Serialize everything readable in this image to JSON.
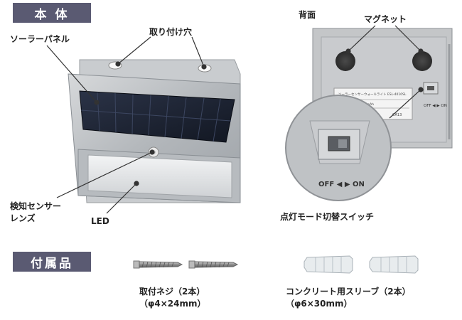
{
  "sections": {
    "main_title": "本 体",
    "accessories_title": "付属品"
  },
  "labels": {
    "solar_panel": "ソーラーパネル",
    "mounting_hole": "取り付け穴",
    "sensor_lens_line1": "検知センサー",
    "sensor_lens_line2": "レンズ",
    "led": "LED",
    "back": "背面",
    "magnet": "マグネット",
    "switch": "点灯モード切替スイッチ",
    "switch_marking": "OFF ◀ ▶ ON",
    "switch_marking_small": "OFF ◀ ▶ ON",
    "back_label_line1": "ソーラーセンサーウォールライト  ESL-4010SL",
    "back_label_line2": "太陽電池  3.6V 600mAh",
    "back_label_code": "CA13"
  },
  "accessories": {
    "screws_line1": "取付ネジ（2本）",
    "screws_line2": "（φ4×24mm）",
    "sleeves_line1": "コンクリート用スリーブ（2本）",
    "sleeves_line2": "（φ6×30mm）"
  },
  "colors": {
    "tag_bg": "#5a5a72",
    "panel_dark": "#1e2434",
    "steel": "#b8bcc0",
    "back_gray": "#c4c6c8"
  }
}
